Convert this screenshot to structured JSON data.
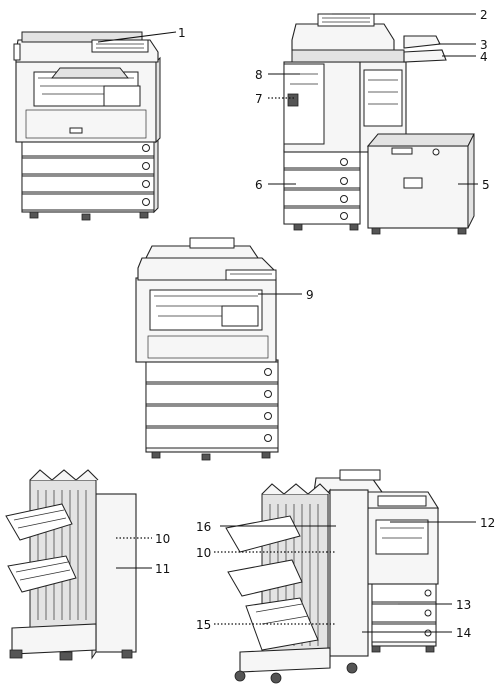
{
  "callouts": [
    {
      "id": "1",
      "label": "1"
    },
    {
      "id": "2",
      "label": "2"
    },
    {
      "id": "3",
      "label": "3"
    },
    {
      "id": "4",
      "label": "4"
    },
    {
      "id": "5",
      "label": "5"
    },
    {
      "id": "6",
      "label": "6"
    },
    {
      "id": "7",
      "label": "7"
    },
    {
      "id": "8",
      "label": "8"
    },
    {
      "id": "9",
      "label": "9"
    },
    {
      "id": "10a",
      "label": "10"
    },
    {
      "id": "11",
      "label": "11"
    },
    {
      "id": "16",
      "label": "16"
    },
    {
      "id": "12",
      "label": "12"
    },
    {
      "id": "10b",
      "label": "10"
    },
    {
      "id": "13",
      "label": "13"
    },
    {
      "id": "15",
      "label": "15"
    },
    {
      "id": "14",
      "label": "14"
    }
  ]
}
